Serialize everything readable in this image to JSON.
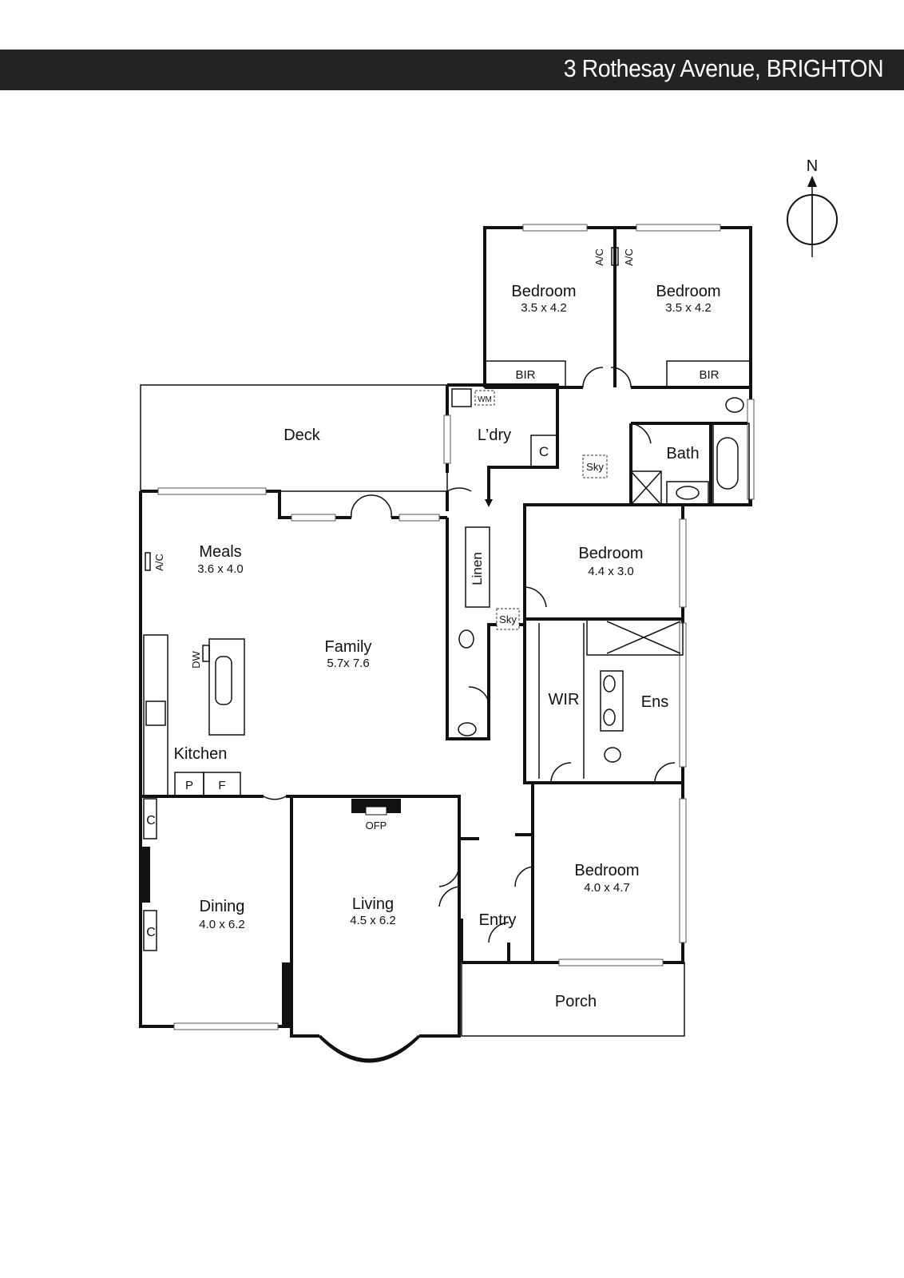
{
  "header": {
    "address": "3 Rothesay Avenue, BRIGHTON"
  },
  "compass": {
    "label": "N"
  },
  "rooms": [
    {
      "id": "bedroom-nw",
      "name": "Bedroom",
      "dims": "3.5 x 4.2"
    },
    {
      "id": "bedroom-ne",
      "name": "Bedroom",
      "dims": "3.5 x 4.2"
    },
    {
      "id": "deck",
      "name": "Deck"
    },
    {
      "id": "laundry",
      "name": "L’dry"
    },
    {
      "id": "bath",
      "name": "Bath"
    },
    {
      "id": "meals",
      "name": "Meals",
      "dims": "3.6 x 4.0"
    },
    {
      "id": "family",
      "name": "Family",
      "dims": "5.7x 7.6"
    },
    {
      "id": "bedroom-mid",
      "name": "Bedroom",
      "dims": "4.4 x 3.0"
    },
    {
      "id": "kitchen",
      "name": "Kitchen"
    },
    {
      "id": "wir",
      "name": "WIR"
    },
    {
      "id": "ensuite",
      "name": "Ens"
    },
    {
      "id": "dining",
      "name": "Dining",
      "dims": "4.0 x 6.2"
    },
    {
      "id": "living",
      "name": "Living",
      "dims": "4.5 x 6.2"
    },
    {
      "id": "entry",
      "name": "Entry"
    },
    {
      "id": "bedroom-front",
      "name": "Bedroom",
      "dims": "4.0 x 4.7"
    },
    {
      "id": "porch",
      "name": "Porch"
    }
  ],
  "fixtures": {
    "bir": "BIR",
    "ac": "A/C",
    "wm": "WM",
    "cupboard": "C",
    "sky": "Sky",
    "linen": "Linen",
    "dw": "DW",
    "pantry": "P",
    "fridge": "F",
    "ofp": "OFP"
  }
}
